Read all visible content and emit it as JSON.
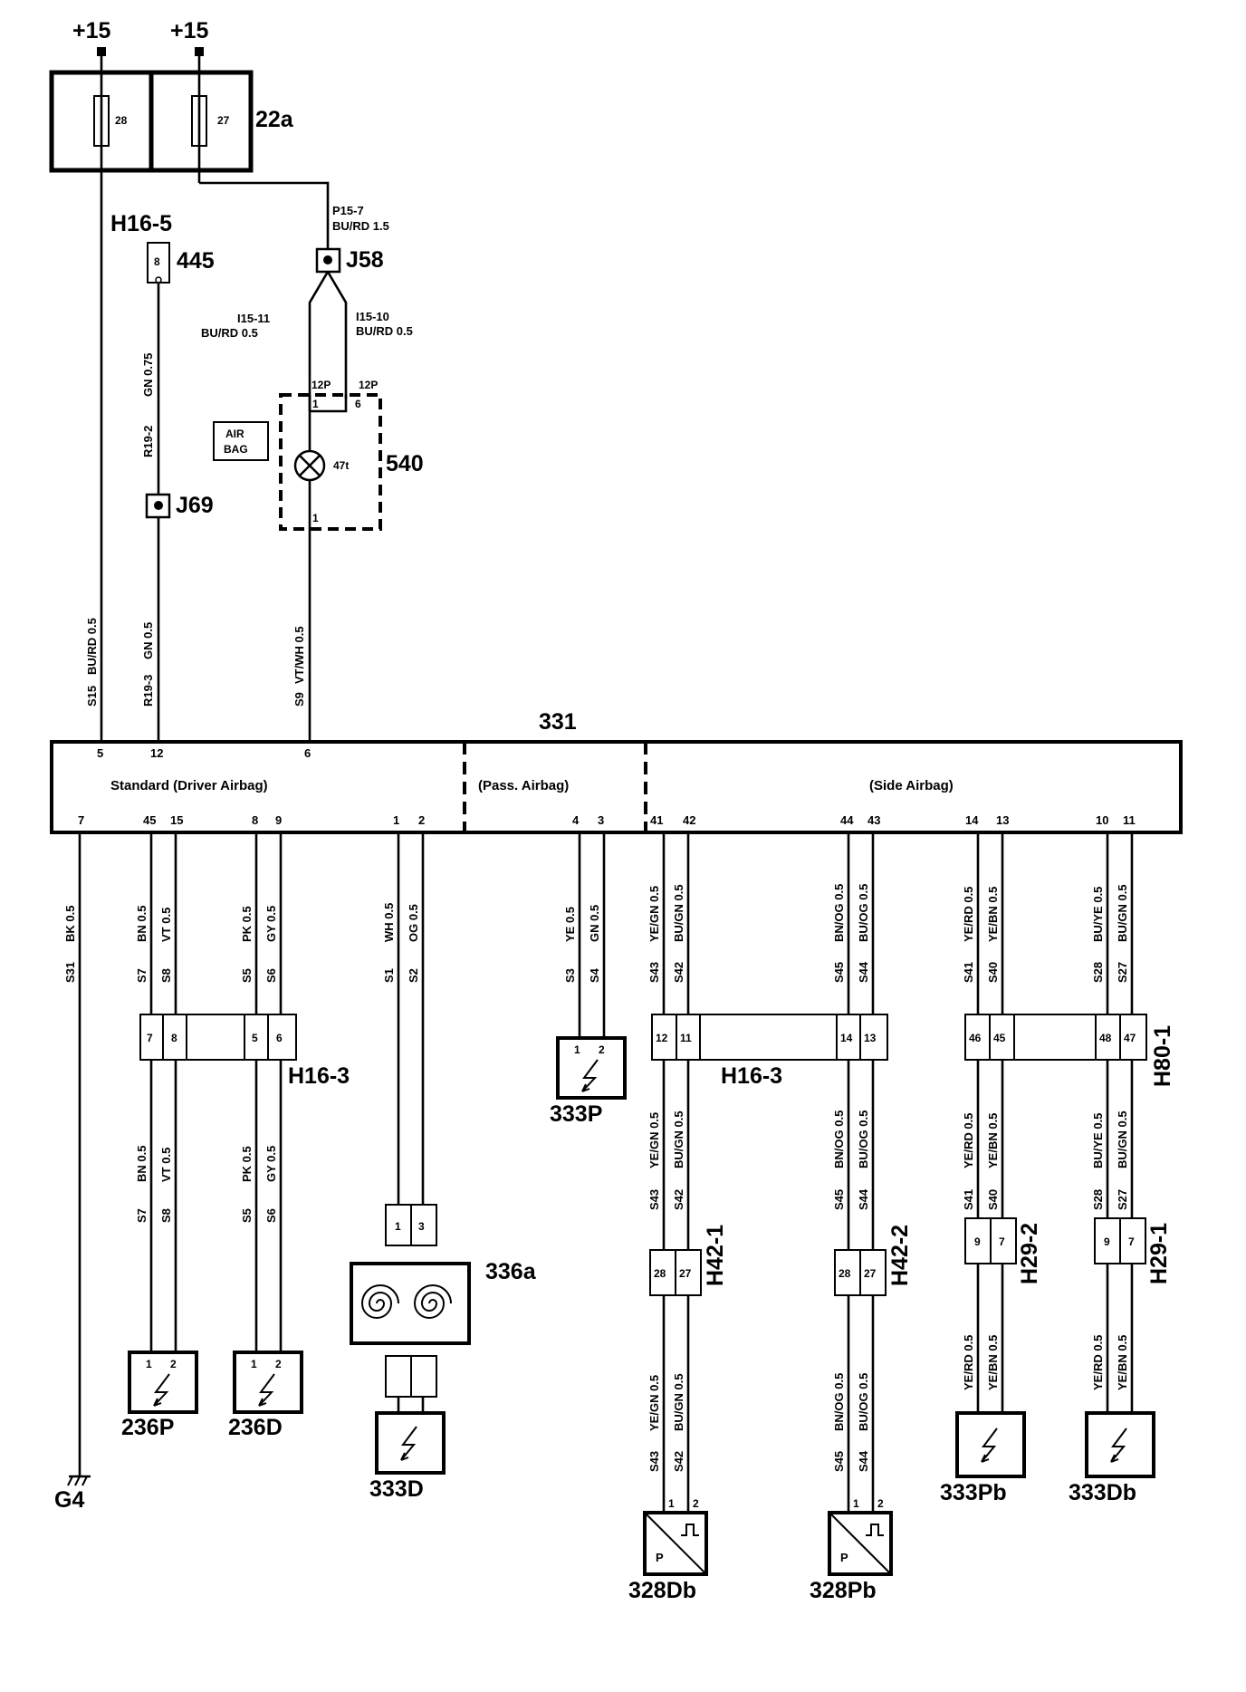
{
  "power": {
    "left": "+15",
    "right": "+15"
  },
  "fusebox": {
    "id": "22a",
    "fuse_left": "28",
    "fuse_right": "27"
  },
  "upper": {
    "h16_5": "H16-5",
    "h16_5_pin": "8",
    "c445": "445",
    "j58": "J58",
    "j69": "J69",
    "p15_7": "P15-7",
    "p15_7_wire": "BU/RD 1.5",
    "i15_11": "I15-11",
    "i15_11_wire": "BU/RD 0.5",
    "i15_10": "I15-10",
    "i15_10_wire": "BU/RD 0.5",
    "r19_2": "R19-2",
    "r19_2_wire": "GN 0.75",
    "r19_3": "R19-3",
    "r19_3_wire": "GN 0.5",
    "s15": "S15",
    "s15_wire": "BU/RD 0.5",
    "s9": "S9",
    "s9_wire": "VT/WH 0.5",
    "airbag_line1": "AIR",
    "airbag_line2": "BAG",
    "lamp": "47t",
    "c540": "540",
    "conn_12p_a": "12P",
    "conn_12p_b": "12P",
    "pin_1": "1",
    "pin_6": "6",
    "pin_1b": "1"
  },
  "module": {
    "id": "331",
    "section_standard": "Standard (Driver Airbag)",
    "section_pass": "(Pass. Airbag)",
    "section_side": "(Side Airbag)",
    "top_pins": [
      "5",
      "12",
      "6"
    ],
    "bottom_pins": [
      "7",
      "45",
      "15",
      "8",
      "9",
      "1",
      "2",
      "4",
      "3",
      "41",
      "42",
      "44",
      "43",
      "14",
      "13",
      "10",
      "11"
    ]
  },
  "wires": {
    "s31": "S31",
    "s31_wire": "BK 0.5",
    "s7": "S7",
    "s7_wire": "BN 0.5",
    "s8": "S8",
    "s8_wire": "VT 0.5",
    "s5": "S5",
    "s5_wire": "PK 0.5",
    "s6": "S6",
    "s6_wire": "GY 0.5",
    "s1": "S1",
    "s1_wire": "WH 0.5",
    "s2": "S2",
    "s2_wire": "OG 0.5",
    "s3": "S3",
    "s3_wire": "YE 0.5",
    "s4": "S4",
    "s4_wire": "GN 0.5",
    "s43": "S43",
    "s43_wire": "YE/GN 0.5",
    "s42": "S42",
    "s42_wire": "BU/GN 0.5",
    "s45": "S45",
    "s45_wire": "BN/OG 0.5",
    "s44": "S44",
    "s44_wire": "BU/OG 0.5",
    "s41": "S41",
    "s41_wire": "YE/RD 0.5",
    "s40": "S40",
    "s40_wire": "YE/BN 0.5",
    "s28": "S28",
    "s28_wire": "BU/YE 0.5",
    "s27": "S27",
    "s27_wire": "BU/GN 0.5",
    "yerd": "YE/RD 0.5",
    "yebn": "YE/BN 0.5"
  },
  "connectors": {
    "h16_3_left": "H16-3",
    "h16_3_right": "H16-3",
    "h80_1": "H80-1",
    "h42_1": "H42-1",
    "h42_2": "H42-2",
    "h29_2": "H29-2",
    "h29_1": "H29-1",
    "pins_7": "7",
    "pins_8": "8",
    "pins_5": "5",
    "pins_6": "6",
    "pins_12": "12",
    "pins_11": "11",
    "pins_14": "14",
    "pins_13": "13",
    "pins_46": "46",
    "pins_45": "45",
    "pins_48": "48",
    "pins_47": "47",
    "pins_28": "28",
    "pins_27": "27",
    "pins_9": "9",
    "pins_7b": "7",
    "pins_1": "1",
    "pins_3": "3",
    "pins_2": "2"
  },
  "components": {
    "c333p": "333P",
    "c236p": "236P",
    "c236d": "236D",
    "c333d": "333D",
    "c336a": "336a",
    "c328db": "328Db",
    "c328pb": "328Pb",
    "c333pb": "333Pb",
    "c333db": "333Db",
    "g4": "G4",
    "p_letter": "P"
  }
}
